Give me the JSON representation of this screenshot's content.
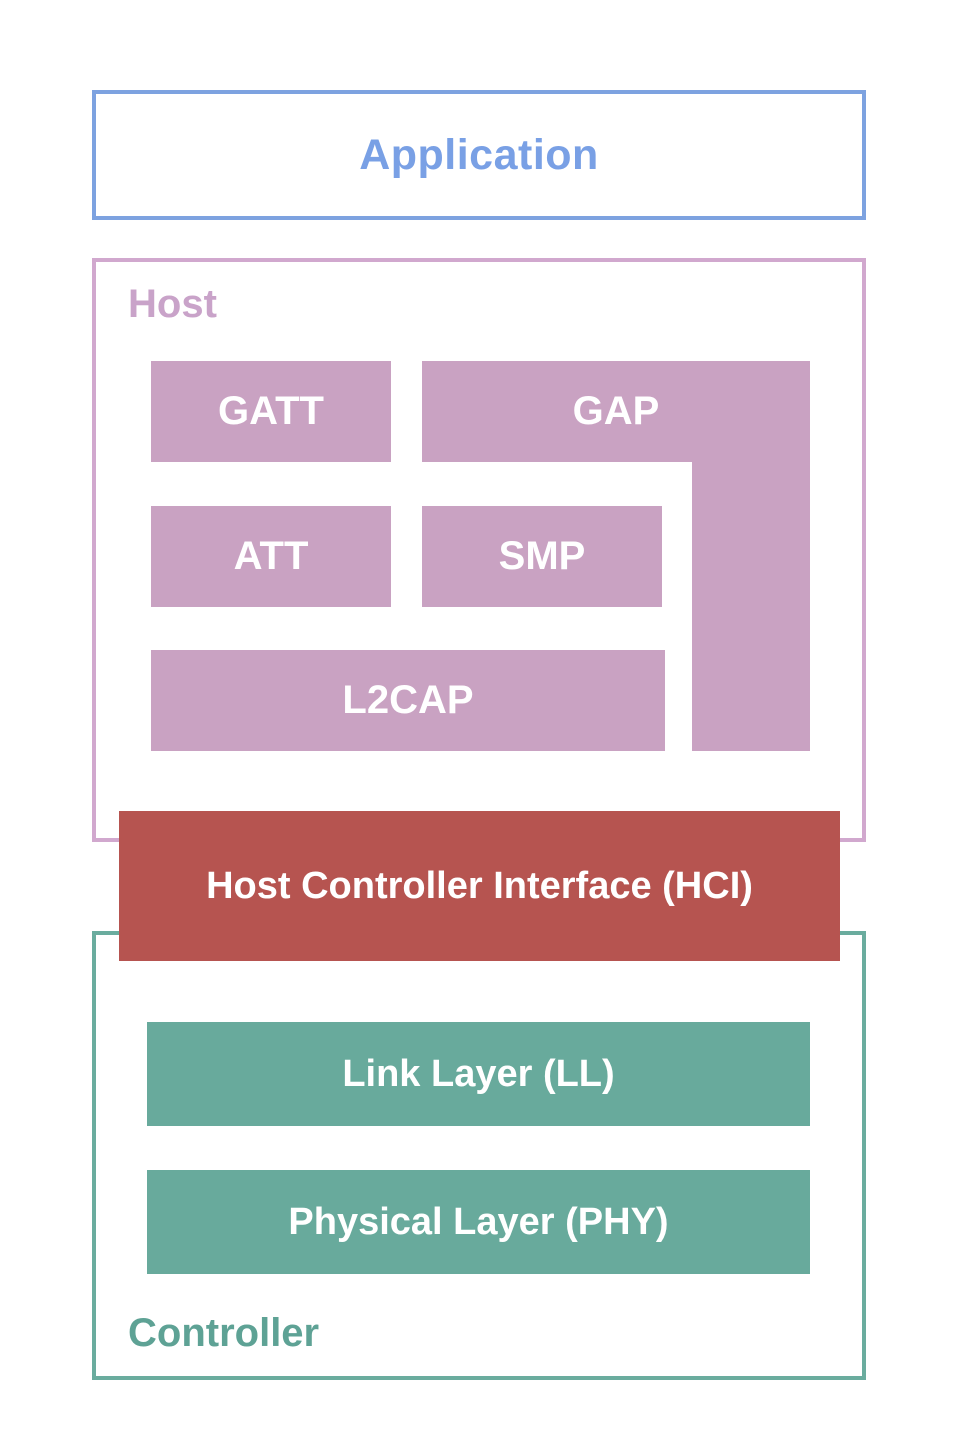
{
  "diagram": {
    "application": {
      "label": "Application"
    },
    "host": {
      "label": "Host",
      "blocks": {
        "gatt": "GATT",
        "gap": "GAP",
        "att": "ATT",
        "smp": "SMP",
        "l2cap": "L2CAP"
      }
    },
    "hci": {
      "label": "Host Controller Interface (HCI)"
    },
    "controller": {
      "label": "Controller",
      "blocks": {
        "link_layer": "Link Layer (LL)",
        "physical_layer": "Physical Layer (PHY)"
      }
    },
    "colors": {
      "application_border": "#7DA2E0",
      "application_text": "#79A0E5",
      "host_border": "#D1A8CE",
      "host_label": "#C9A3C9",
      "host_block_fill": "#C9A2C2",
      "hci_fill": "#B65450",
      "controller_border": "#6AAC9E",
      "controller_label": "#5EA295",
      "controller_block_fill": "#68AA9C",
      "block_text": "#FFFFFF"
    }
  }
}
